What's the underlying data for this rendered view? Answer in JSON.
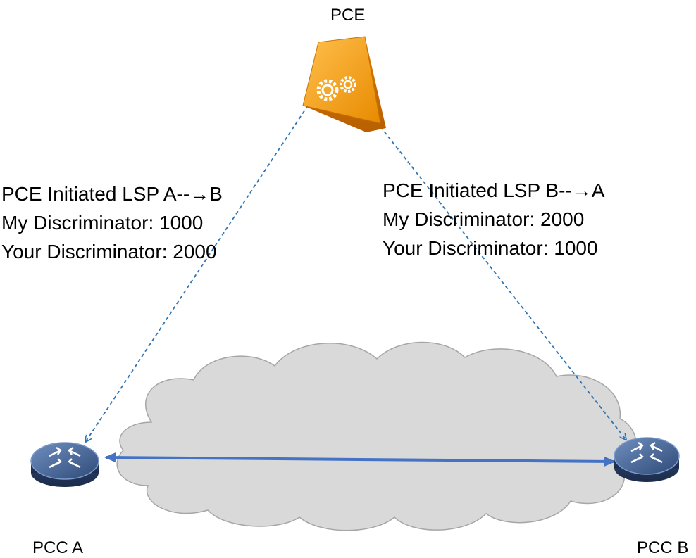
{
  "pce": {
    "label": "PCE"
  },
  "pcc_a": {
    "label": "PCC A"
  },
  "pcc_b": {
    "label": "PCC B"
  },
  "lsp_a_to_b": {
    "title": "PCE Initiated LSP  A--→B",
    "my_discriminator": "My Discriminator:   1000",
    "your_discriminator": "Your Discriminator: 2000"
  },
  "lsp_b_to_a": {
    "title": "PCE Initiated LSP  B--→A",
    "my_discriminator": "My Discriminator:   2000",
    "your_discriminator": "Your Discriminator: 1000"
  },
  "colors": {
    "cloud_fill": "#d9d9d9",
    "cloud_stroke": "#a6a6a6",
    "dashed_line": "#2e75b6",
    "link_line": "#4472c4",
    "pce_orange": "#f5a623",
    "router_blue": "#3b5a8a"
  }
}
